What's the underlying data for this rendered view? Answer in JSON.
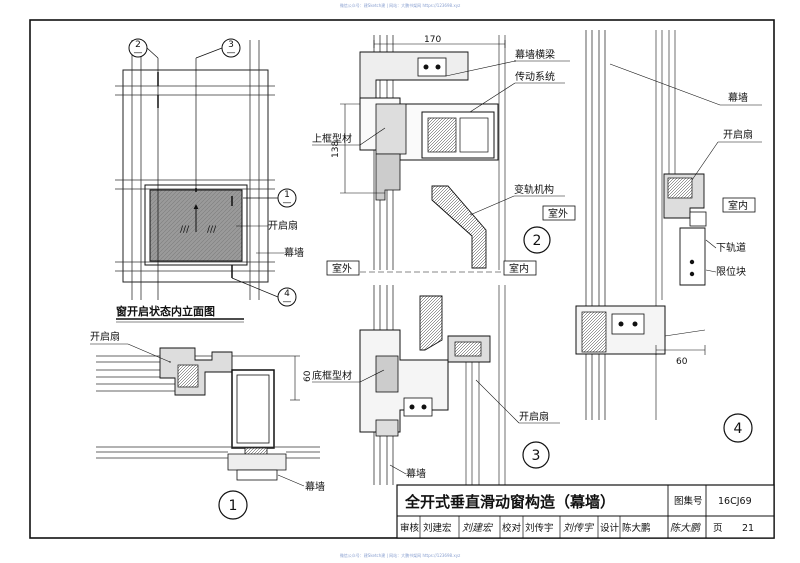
{
  "watermark": {
    "top": "微信公众号：建Sketch建 | 网站：大鹏书架网 https://123698.xyz",
    "bottom": "微信公众号：建Sketch建 | 网站：大鹏书架网 https://123698.xyz"
  },
  "title_block": {
    "title": "全开式垂直滑动窗构造（幕墙）",
    "atlas_label": "图集号",
    "atlas_no": "16CJ69",
    "review_label": "审核",
    "review_name": "刘建宏",
    "review_sig": "刘建宏",
    "check_label": "校对",
    "check_name": "刘传宇",
    "check_sig": "刘传宇",
    "design_label": "设计",
    "design_name": "陈大鹏",
    "design_sig": "陈大鹏",
    "page_label": "页",
    "page_no": "21"
  },
  "elevation": {
    "caption": "窗开启状态内立面图",
    "marker_2": "2",
    "marker_3": "3",
    "marker_1": "1",
    "marker_4": "4",
    "marker_dash": "—",
    "label_sash": "开启扇",
    "label_wall": "幕墙"
  },
  "detail1": {
    "no": "1",
    "label_sash": "开启扇",
    "label_wall": "幕墙",
    "dim_60": "60"
  },
  "detail2": {
    "no": "2",
    "dim_170": "170",
    "dim_138": "138",
    "label_beam": "幕墙横梁",
    "label_drive": "传动系统",
    "label_topframe": "上框型材",
    "label_track": "变轨机构",
    "label_outside": "室外",
    "label_inside": "室内",
    "label_outside2": "室外"
  },
  "detail3": {
    "no": "3",
    "label_bottomframe": "底框型材",
    "label_sash": "开启扇",
    "label_wall": "幕墙"
  },
  "detail4": {
    "no": "4",
    "label_wall": "幕墙",
    "label_sash": "开启扇",
    "label_inside": "室内",
    "label_lowertrack": "下轨道",
    "label_stop": "限位块",
    "dim_60": "60"
  }
}
